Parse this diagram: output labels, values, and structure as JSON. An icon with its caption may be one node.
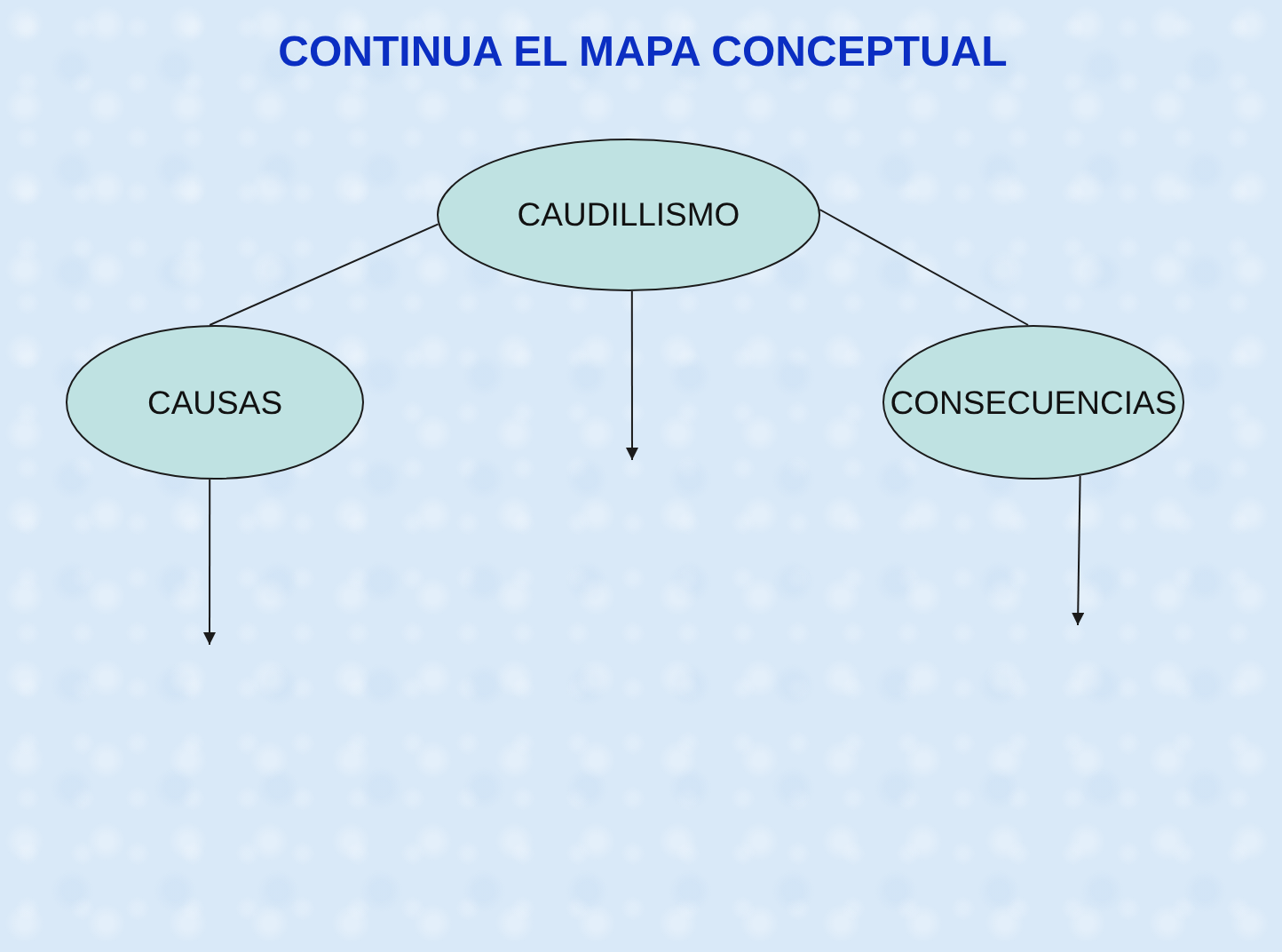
{
  "diagram": {
    "title": "CONTINUA EL MAPA CONCEPTUAL",
    "nodes": [
      {
        "text": [
          "CAUDILLISMO"
        ]
      },
      {
        "text": [
          "CAUSAS"
        ]
      },
      {
        "text": [
          "CONSECUENCIAS"
        ]
      }
    ],
    "edges": [
      {
        "from": 0,
        "to": 1,
        "arrow": "none"
      },
      {
        "from": 0,
        "to": 2,
        "arrow": "none"
      },
      {
        "from": 0,
        "to": null,
        "arrow": "to"
      },
      {
        "from": 1,
        "to": null,
        "arrow": "to"
      },
      {
        "from": 2,
        "to": null,
        "arrow": "to"
      }
    ]
  }
}
